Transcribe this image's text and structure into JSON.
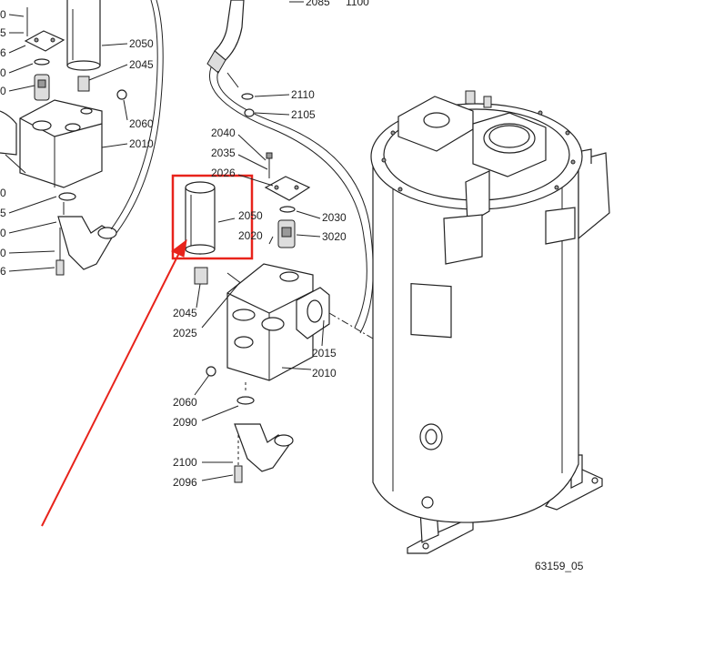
{
  "drawing_id": "63159_05",
  "highlight_color": "#e8231b",
  "labels_left": [
    {
      "text": "0"
    },
    {
      "text": "5"
    },
    {
      "text": "6"
    },
    {
      "text": "0"
    },
    {
      "text": "0"
    },
    {
      "text": "0"
    },
    {
      "text": "5"
    },
    {
      "text": "0"
    },
    {
      "text": "0"
    },
    {
      "text": "6"
    }
  ],
  "labels_left_assembly": [
    "2050",
    "2045",
    "2060",
    "2010"
  ],
  "labels_top": [
    "2085",
    "1100",
    "2110",
    "2105"
  ],
  "labels_center_upper": [
    "2040",
    "2035",
    "2026",
    "2050",
    "2020",
    "2030",
    "3020"
  ],
  "labels_center_lower": [
    "2045",
    "2025",
    "2015",
    "2010",
    "2060",
    "2090",
    "2100",
    "2096"
  ]
}
